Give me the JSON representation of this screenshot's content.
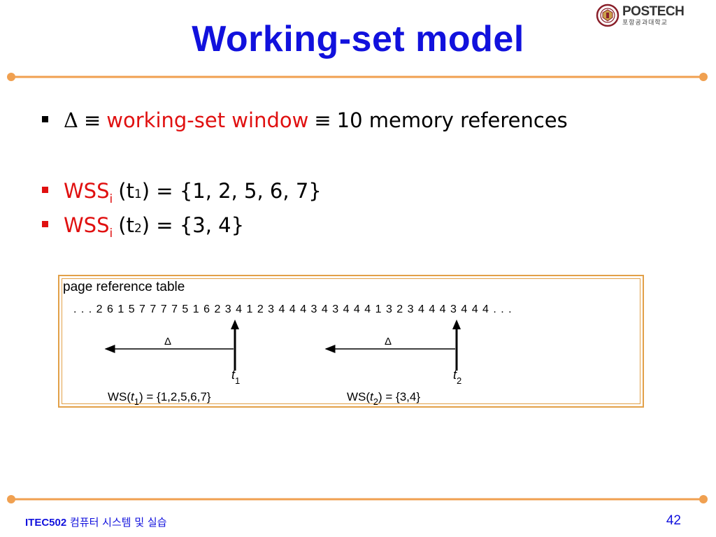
{
  "header": {
    "title": "Working-set model",
    "logo": {
      "name": "POSTECH",
      "subtitle": "포항공과대학교"
    }
  },
  "bullets": [
    {
      "symbol": "Δ",
      "equiv1": "≡",
      "highlight": "working-set window",
      "equiv2": "≡",
      "rest": "10 memory references"
    },
    {
      "name": "WSS",
      "sub": "i",
      "t": "t",
      "t_sub": "1",
      "value": ") = {1, 2, 5, 6, 7}"
    },
    {
      "name": "WSS",
      "sub": "i",
      "t": "t",
      "t_sub": "2",
      "value": ") = {3, 4}"
    }
  ],
  "diagram": {
    "title": "page reference table",
    "reference_string": ". . . 2 6 1 5 7 7 7 7 5 1 6 2 3 4 1 2 3 4 4 4 3 4 3 4 4 4 1 3 2 3 4 4 4 3 4 4 4 . . .",
    "markers": [
      {
        "delta": "Δ",
        "t": "t",
        "t_sub": "1",
        "ws_prefix": "WS(",
        "ws_t": "t",
        "ws_t_sub": "1",
        "ws_value": ") = {1,2,5,6,7}"
      },
      {
        "delta": "Δ",
        "t": "t",
        "t_sub": "2",
        "ws_prefix": "WS(",
        "ws_t": "t",
        "ws_t_sub": "2",
        "ws_value": ") = {3,4}"
      }
    ]
  },
  "footer": {
    "course": "ITEC502",
    "course_name": "컴퓨터 시스템 및 실습",
    "page_number": "42"
  },
  "colors": {
    "title": "#1111dd",
    "highlight": "#e01010",
    "divider": "#f0a050",
    "frame": "#e2a048"
  }
}
